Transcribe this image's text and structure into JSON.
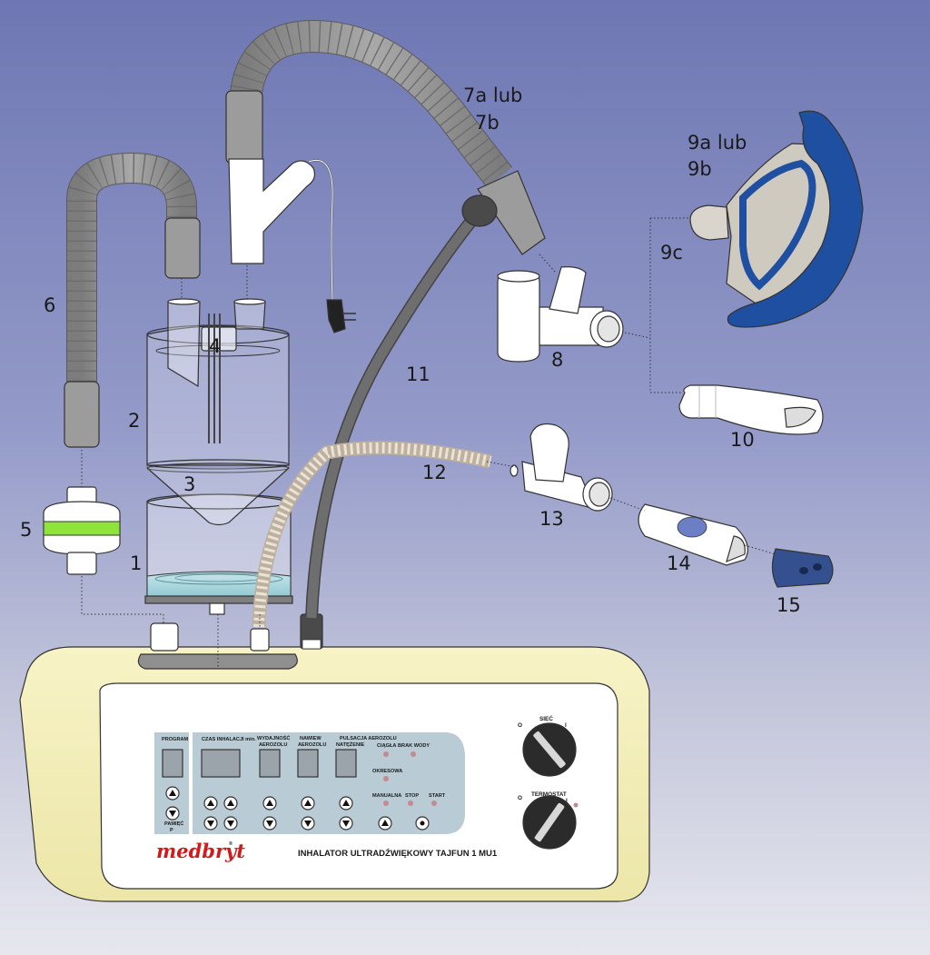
{
  "labels": {
    "l1": "1",
    "l2": "2",
    "l3": "3",
    "l4": "4",
    "l5": "5",
    "l6": "6",
    "l7a": "7a lub",
    "l7b": "7b",
    "l8": "8",
    "l9a": "9a lub",
    "l9b": "9b",
    "l9c": "9c",
    "l10": "10",
    "l11": "11",
    "l12": "12",
    "l13": "13",
    "l14": "14",
    "l15": "15"
  },
  "panel": {
    "program": "PROGRAM",
    "czas": "CZAS INHALACJI min.",
    "wydajnosc1": "WYDAJNOŚĆ",
    "wydajnosc2": "AEROZOLU",
    "nawiew1": "NAWIEW",
    "nawiew2": "AEROZOLU",
    "pulsacja": "PULSACJA AEROZOLU",
    "natezenie": "NATĘŻENIE",
    "ciagla": "CIĄGŁA",
    "brak_wody": "BRAK WODY",
    "okresowa": "OKRESOWA",
    "manualna": "MANUALNA",
    "stop": "STOP",
    "start": "START",
    "pamiec": "PAMIĘĆ",
    "pamiec_key": "P",
    "siec": "SIEĆ",
    "termostat": "TERMOSTAT",
    "off_mark": "O",
    "on_mark": "I",
    "device_name": "INHALATOR ULTRADŹWIĘKOWY TAJFUN 1 MU1"
  },
  "brand": {
    "name": "medbryt",
    "reg": "®",
    "color": "#d11a1a"
  },
  "colors": {
    "background_top": "#6f78b4",
    "background_bottom": "#e4e5ec",
    "mask_blue": "#1f4fa0",
    "filter_green": "#8ee43a",
    "device_body": "#f3efb8",
    "panel_display": "#b9ccd6",
    "tube_grey": "#9e9e9e",
    "hose_dark": "#6b6b6b"
  }
}
